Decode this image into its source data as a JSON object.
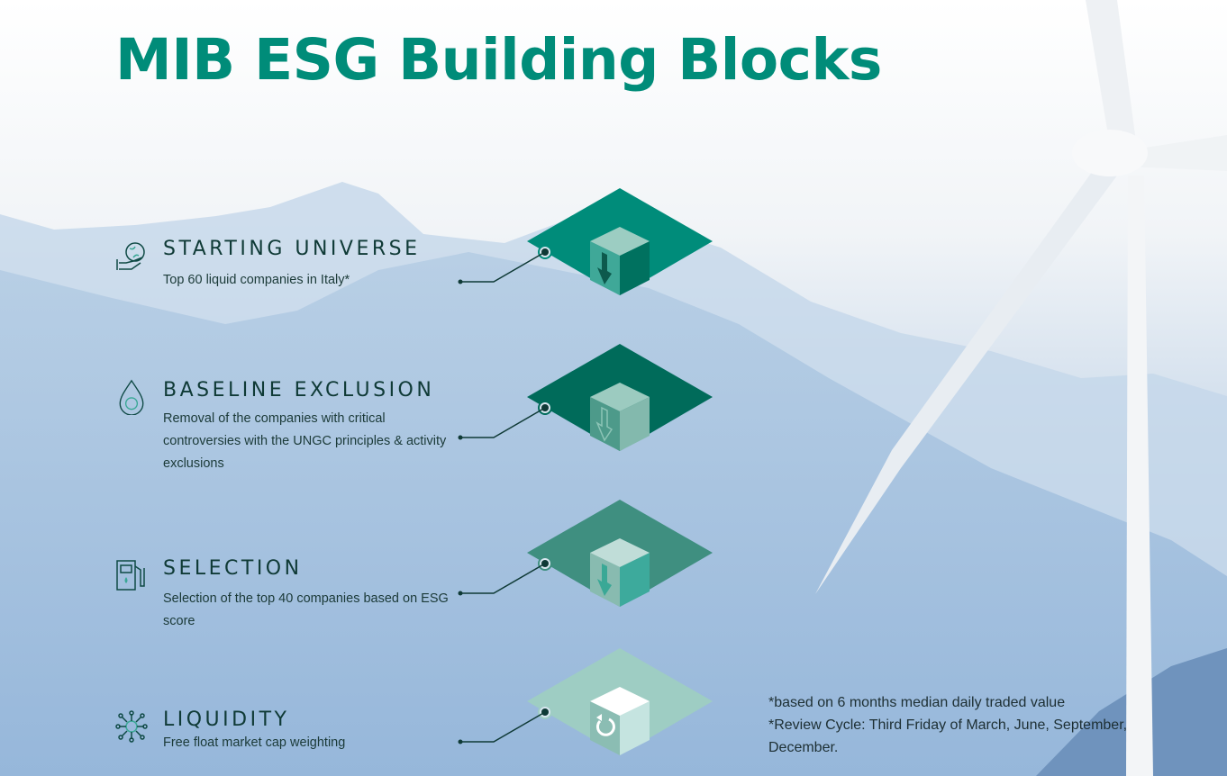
{
  "title": "MIB ESG Building Blocks",
  "blocks": [
    {
      "heading": "STARTING UNIVERSE",
      "description": "Top 60 liquid companies in Italy*",
      "icon": "globe-hand-icon"
    },
    {
      "heading": "BASELINE EXCLUSION",
      "description": "Removal of the companies with critical controversies with the UNGC principles & activity exclusions",
      "icon": "water-drop-globe-icon"
    },
    {
      "heading": "SELECTION",
      "description": "Selection of the top 40 companies based on ESG score",
      "icon": "fuel-pump-icon"
    },
    {
      "heading": "LIQUIDITY",
      "description": "Free float market cap weighting",
      "icon": "network-icon"
    }
  ],
  "footnotes": [
    "*based on 6 months median daily traded value",
    "*Review Cycle: Third Friday of March, June, September, December."
  ],
  "colors": {
    "accent": "#008c79",
    "text": "#0f3a36"
  }
}
